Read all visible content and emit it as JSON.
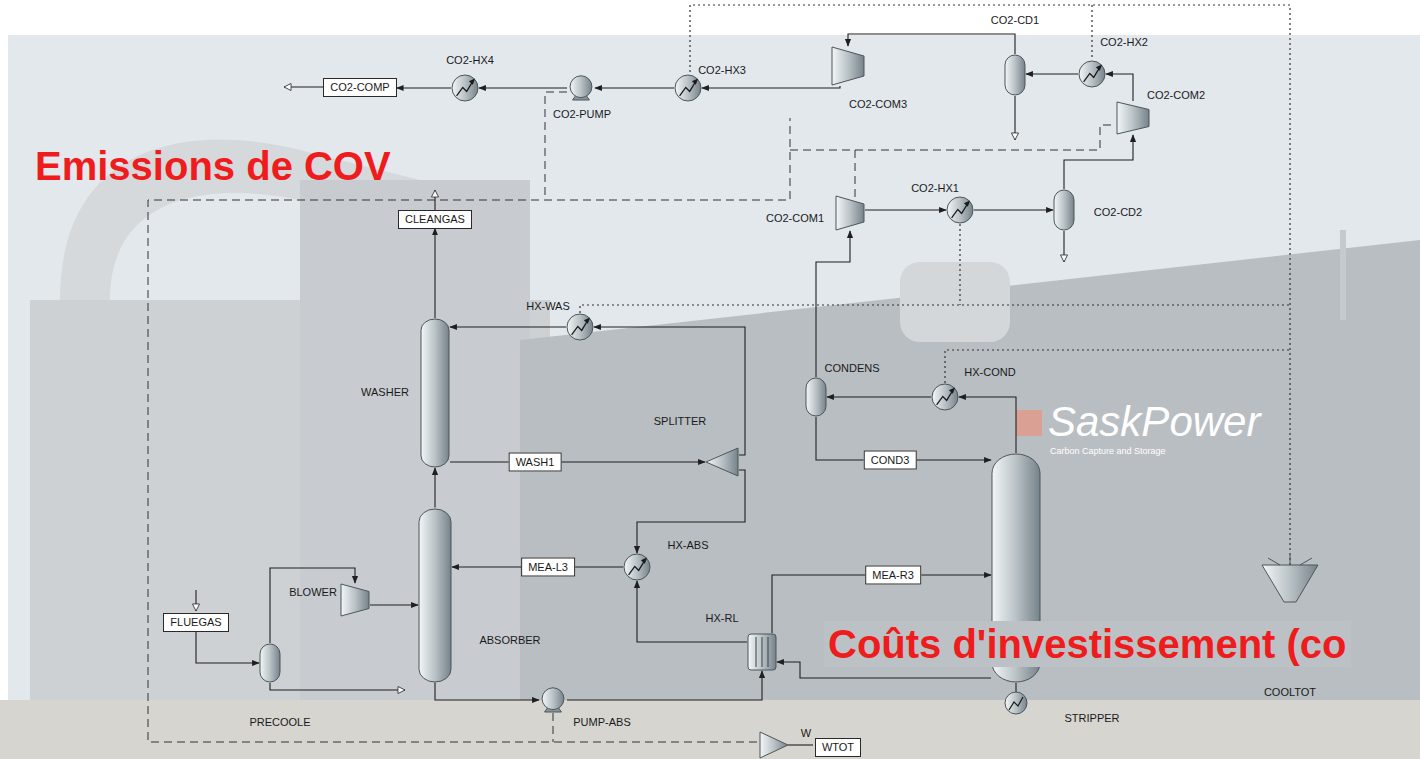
{
  "diagram": {
    "nodes": [
      {
        "text": [
          "CO2-COMP"
        ]
      },
      {
        "text": [
          "CO2-HX4"
        ]
      },
      {
        "text": [
          "CO2-HX3"
        ]
      },
      {
        "text": [
          "CO2-COM3"
        ]
      },
      {
        "text": [
          "CO2-CD1"
        ]
      },
      {
        "text": [
          "CO2-HX2"
        ]
      },
      {
        "text": [
          "CO2-PUMP"
        ]
      },
      {
        "text": [
          "CO2-COM2"
        ]
      },
      {
        "text": [
          "CLEANGAS"
        ]
      },
      {
        "text": [
          "CO2-COM1"
        ]
      },
      {
        "text": [
          "CO2-HX1"
        ]
      },
      {
        "text": [
          "CO2-CD2"
        ]
      },
      {
        "text": [
          "HX-WAS"
        ]
      },
      {
        "text": [
          "CONDENS"
        ]
      },
      {
        "text": [
          "HX-COND"
        ]
      },
      {
        "text": [
          "WASHER"
        ]
      },
      {
        "text": [
          "SPLITTER"
        ]
      },
      {
        "text": [
          "HX-ABS"
        ]
      },
      {
        "text": [
          "ABSORBER"
        ]
      },
      {
        "text": [
          "HX-RL"
        ]
      },
      {
        "text": [
          "FLUEGAS"
        ]
      },
      {
        "text": [
          "BLOWER"
        ]
      },
      {
        "text": [
          "PRECOOLE"
        ]
      },
      {
        "text": [
          "PUMP-ABS"
        ]
      },
      {
        "text": [
          "STRIPPER"
        ]
      },
      {
        "text": [
          "WTOT"
        ]
      }
    ],
    "edges": [
      {
        "from": 1,
        "to": 0,
        "arrow": "to"
      },
      {
        "from": 6,
        "to": 1,
        "arrow": "to"
      },
      {
        "from": 2,
        "to": 6,
        "arrow": "to"
      },
      {
        "from": 3,
        "to": 2,
        "arrow": "to"
      },
      {
        "from": 4,
        "to": 3,
        "arrow": "to"
      },
      {
        "from": 5,
        "to": 4,
        "arrow": "to"
      },
      {
        "from": 7,
        "to": 5,
        "arrow": "to"
      },
      {
        "from": 11,
        "to": 7,
        "arrow": "to"
      },
      {
        "from": 10,
        "to": 11,
        "arrow": "to"
      },
      {
        "from": 9,
        "to": 10,
        "arrow": "to"
      },
      {
        "from": 13,
        "to": 9,
        "arrow": "to"
      },
      {
        "from": 15,
        "to": 8,
        "arrow": "to"
      },
      {
        "from": 12,
        "to": 15,
        "arrow": "to"
      },
      {
        "from": 15,
        "to": 16,
        "label": "WASH1",
        "arrow": "to"
      },
      {
        "from": 16,
        "to": 12,
        "arrow": "to"
      },
      {
        "from": 16,
        "to": 17,
        "arrow": "to"
      },
      {
        "from": 17,
        "to": 18,
        "label": "MEA-L3",
        "arrow": "to"
      },
      {
        "from": 18,
        "to": 15,
        "arrow": "to"
      },
      {
        "from": 20,
        "to": 22,
        "arrow": "to"
      },
      {
        "from": 22,
        "to": 21,
        "arrow": "to"
      },
      {
        "from": 21,
        "to": 18,
        "arrow": "to"
      },
      {
        "from": 18,
        "to": 23,
        "arrow": "to"
      },
      {
        "from": 23,
        "to": 19,
        "arrow": "to"
      },
      {
        "from": 19,
        "to": 24,
        "label": "MEA-R3",
        "arrow": "to"
      },
      {
        "from": 24,
        "to": 19,
        "arrow": "to"
      },
      {
        "from": 19,
        "to": 17,
        "arrow": "to"
      },
      {
        "from": 24,
        "to": 14,
        "arrow": "to"
      },
      {
        "from": 14,
        "to": 13,
        "arrow": "to"
      },
      {
        "from": 13,
        "to": 24,
        "label": "COND3",
        "arrow": "to"
      }
    ],
    "labels": [
      "Emissions de COV",
      "Coûts d'investissement (co",
      "W",
      "COOLTOT",
      "SaskPower",
      "Carbon Capture and Storage"
    ]
  }
}
